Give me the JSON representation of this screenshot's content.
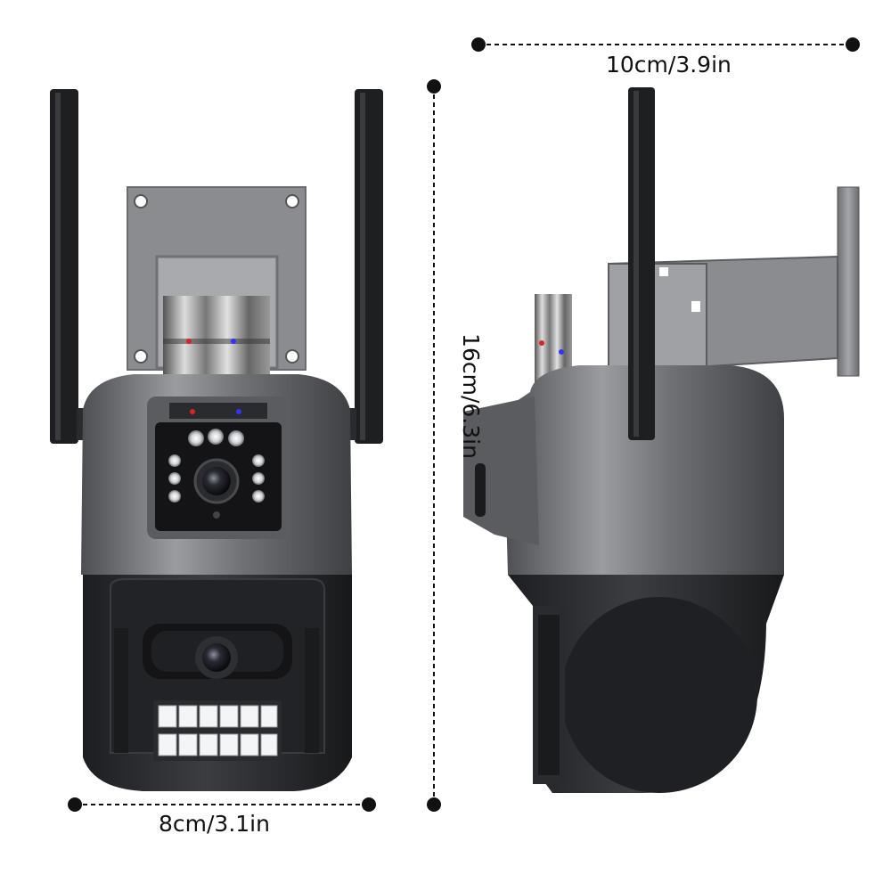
{
  "dimensions": {
    "top_width": "10cm/3.9in",
    "front_width": "8cm/3.1in",
    "height": "16cm/6.3in"
  },
  "colors": {
    "dimension_line": "#111111",
    "body_gray": "#6e7074",
    "dark_gray": "#2a2b2e",
    "antenna": "#1e1f21",
    "bracket": "#8a8c90"
  },
  "icons": [
    "camera-front-view",
    "camera-side-view",
    "antenna-icon",
    "led-icon"
  ]
}
